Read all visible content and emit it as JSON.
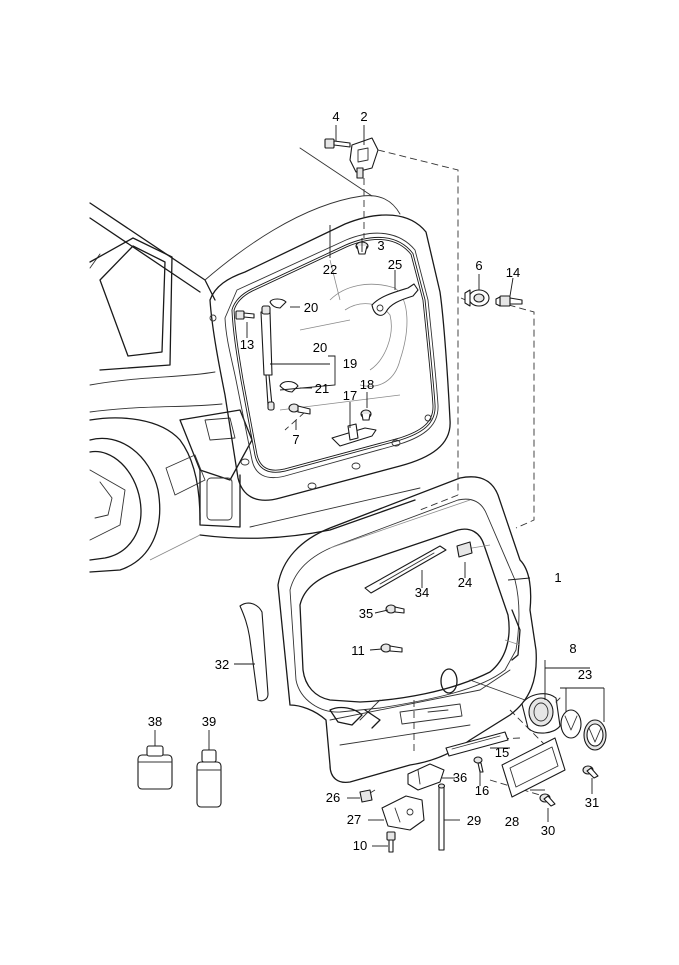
{
  "callouts": [
    {
      "id": "c1",
      "label": "1"
    },
    {
      "id": "c2",
      "label": "2"
    },
    {
      "id": "c3",
      "label": "3"
    },
    {
      "id": "c4",
      "label": "4"
    },
    {
      "id": "c6",
      "label": "6"
    },
    {
      "id": "c7",
      "label": "7"
    },
    {
      "id": "c8",
      "label": "8"
    },
    {
      "id": "c10",
      "label": "10"
    },
    {
      "id": "c11",
      "label": "11"
    },
    {
      "id": "c13",
      "label": "13"
    },
    {
      "id": "c14",
      "label": "14"
    },
    {
      "id": "c15",
      "label": "15"
    },
    {
      "id": "c16",
      "label": "16"
    },
    {
      "id": "c17",
      "label": "17"
    },
    {
      "id": "c18",
      "label": "18"
    },
    {
      "id": "c19",
      "label": "19"
    },
    {
      "id": "c20a",
      "label": "20"
    },
    {
      "id": "c20b",
      "label": "20"
    },
    {
      "id": "c21",
      "label": "21"
    },
    {
      "id": "c22",
      "label": "22"
    },
    {
      "id": "c23",
      "label": "23"
    },
    {
      "id": "c24",
      "label": "24"
    },
    {
      "id": "c25",
      "label": "25"
    },
    {
      "id": "c26",
      "label": "26"
    },
    {
      "id": "c27",
      "label": "27"
    },
    {
      "id": "c28",
      "label": "28"
    },
    {
      "id": "c29",
      "label": "29"
    },
    {
      "id": "c30",
      "label": "30"
    },
    {
      "id": "c31",
      "label": "31"
    },
    {
      "id": "c32",
      "label": "32"
    },
    {
      "id": "c34",
      "label": "34"
    },
    {
      "id": "c35",
      "label": "35"
    },
    {
      "id": "c36",
      "label": "36"
    },
    {
      "id": "c38",
      "label": "38"
    },
    {
      "id": "c39",
      "label": "39"
    }
  ]
}
